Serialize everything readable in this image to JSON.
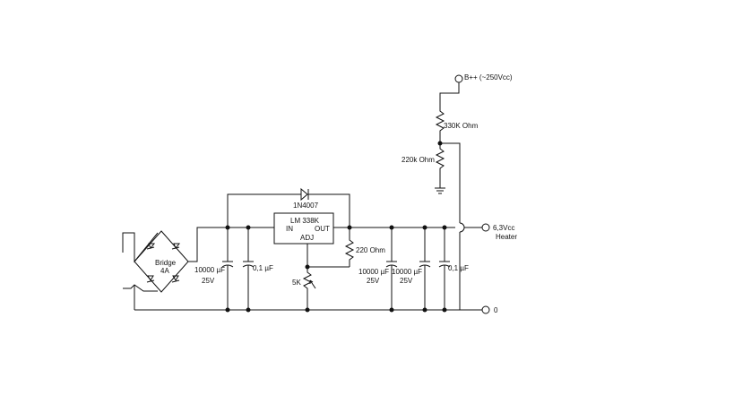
{
  "diagram": {
    "labels": {
      "bpp": "B++ (~250Vcc)",
      "r330k": "330K Ohm",
      "r220k": "220k Ohm",
      "diode": "1N4007",
      "reg_name": "LM 338K",
      "reg_in": "IN",
      "reg_out": "OUT",
      "reg_adj": "ADJ",
      "r220": "220 Ohm",
      "pot5k": "5K",
      "bridge": "Bridge",
      "bridge_rating": "4A",
      "c1_value": "10000 µF",
      "c1_voltage": "25V",
      "c2_value": "0,1 µF",
      "c3_value": "10000 µF",
      "c3_voltage": "25V",
      "c4_value": "10000 µF",
      "c4_voltage": "25V",
      "c5_value": "0,1 µF",
      "out_voltage": "6,3Vcc",
      "out_name": "Heater",
      "ground": "0"
    }
  }
}
